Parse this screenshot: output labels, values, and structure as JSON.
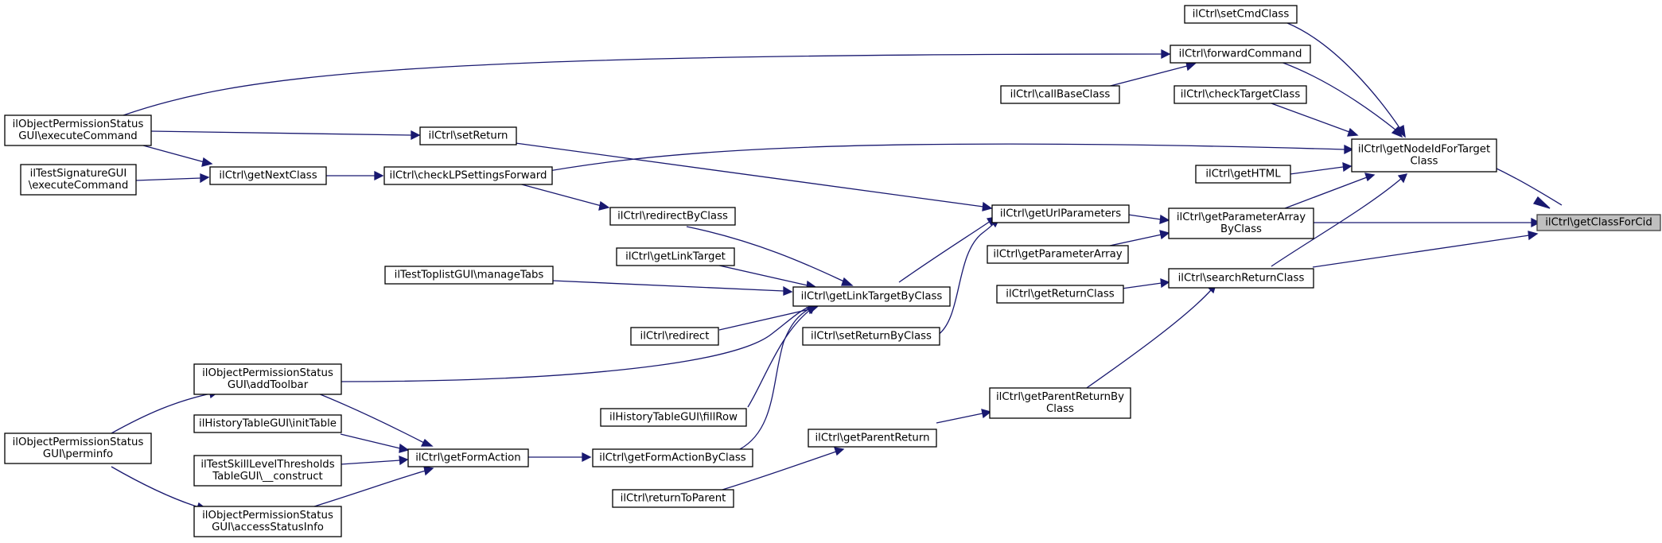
{
  "colors": {
    "edge": "#191970",
    "node_border": "#000000",
    "root_fill": "#bfbfbf",
    "background": "#ffffff"
  },
  "nodes": [
    {
      "id": "getClassForCid",
      "lines": [
        "ilCtrl\\getClassForCid"
      ],
      "root": true
    },
    {
      "id": "getNodeIdForTargetClass",
      "lines": [
        "ilCtrl\\getNodeIdForTarget",
        "Class"
      ]
    },
    {
      "id": "getParameterArrayByClass",
      "lines": [
        "ilCtrl\\getParameterArray",
        "ByClass"
      ]
    },
    {
      "id": "searchReturnClass",
      "lines": [
        "ilCtrl\\searchReturnClass"
      ]
    },
    {
      "id": "setCmdClass",
      "lines": [
        "ilCtrl\\setCmdClass"
      ]
    },
    {
      "id": "forwardCommand",
      "lines": [
        "ilCtrl\\forwardCommand"
      ]
    },
    {
      "id": "callBaseClass",
      "lines": [
        "ilCtrl\\callBaseClass"
      ]
    },
    {
      "id": "checkTargetClass",
      "lines": [
        "ilCtrl\\checkTargetClass"
      ]
    },
    {
      "id": "getHTML",
      "lines": [
        "ilCtrl\\getHTML"
      ]
    },
    {
      "id": "getUrlParameters",
      "lines": [
        "ilCtrl\\getUrlParameters"
      ]
    },
    {
      "id": "getParameterArray",
      "lines": [
        "ilCtrl\\getParameterArray"
      ]
    },
    {
      "id": "getReturnClass",
      "lines": [
        "ilCtrl\\getReturnClass"
      ]
    },
    {
      "id": "getParentReturnByClass",
      "lines": [
        "ilCtrl\\getParentReturnBy",
        "Class"
      ]
    },
    {
      "id": "getParentReturn",
      "lines": [
        "ilCtrl\\getParentReturn"
      ]
    },
    {
      "id": "returnToParent",
      "lines": [
        "ilCtrl\\returnToParent"
      ]
    },
    {
      "id": "getLinkTargetByClass",
      "lines": [
        "ilCtrl\\getLinkTargetByClass"
      ]
    },
    {
      "id": "setReturnByClass",
      "lines": [
        "ilCtrl\\setReturnByClass"
      ]
    },
    {
      "id": "redirectByClass",
      "lines": [
        "ilCtrl\\redirectByClass"
      ]
    },
    {
      "id": "getLinkTarget",
      "lines": [
        "ilCtrl\\getLinkTarget"
      ]
    },
    {
      "id": "redirect",
      "lines": [
        "ilCtrl\\redirect"
      ]
    },
    {
      "id": "fillRow",
      "lines": [
        "ilHistoryTableGUI\\fillRow"
      ]
    },
    {
      "id": "getFormActionByClass",
      "lines": [
        "ilCtrl\\getFormActionByClass"
      ]
    },
    {
      "id": "setReturn",
      "lines": [
        "ilCtrl\\setReturn"
      ]
    },
    {
      "id": "checkLPSettingsForward",
      "lines": [
        "ilCtrl\\checkLPSettingsForward"
      ]
    },
    {
      "id": "getNextClass",
      "lines": [
        "ilCtrl\\getNextClass"
      ]
    },
    {
      "id": "manageTabs",
      "lines": [
        "ilTestToplistGUI\\manageTabs"
      ]
    },
    {
      "id": "getFormAction",
      "lines": [
        "ilCtrl\\getFormAction"
      ]
    },
    {
      "id": "opsExecuteCommand",
      "lines": [
        "ilObjectPermissionStatus",
        "GUI\\executeCommand"
      ]
    },
    {
      "id": "sigExecuteCommand",
      "lines": [
        "ilTestSignatureGUI",
        "\\executeCommand"
      ]
    },
    {
      "id": "addToolbar",
      "lines": [
        "ilObjectPermissionStatus",
        "GUI\\addToolbar"
      ]
    },
    {
      "id": "initTable",
      "lines": [
        "ilHistoryTableGUI\\initTable"
      ]
    },
    {
      "id": "construct",
      "lines": [
        "ilTestSkillLevelThresholds",
        "TableGUI\\__construct"
      ]
    },
    {
      "id": "accessStatusInfo",
      "lines": [
        "ilObjectPermissionStatus",
        "GUI\\accessStatusInfo"
      ]
    },
    {
      "id": "perminfo",
      "lines": [
        "ilObjectPermissionStatus",
        "GUI\\perminfo"
      ]
    }
  ]
}
